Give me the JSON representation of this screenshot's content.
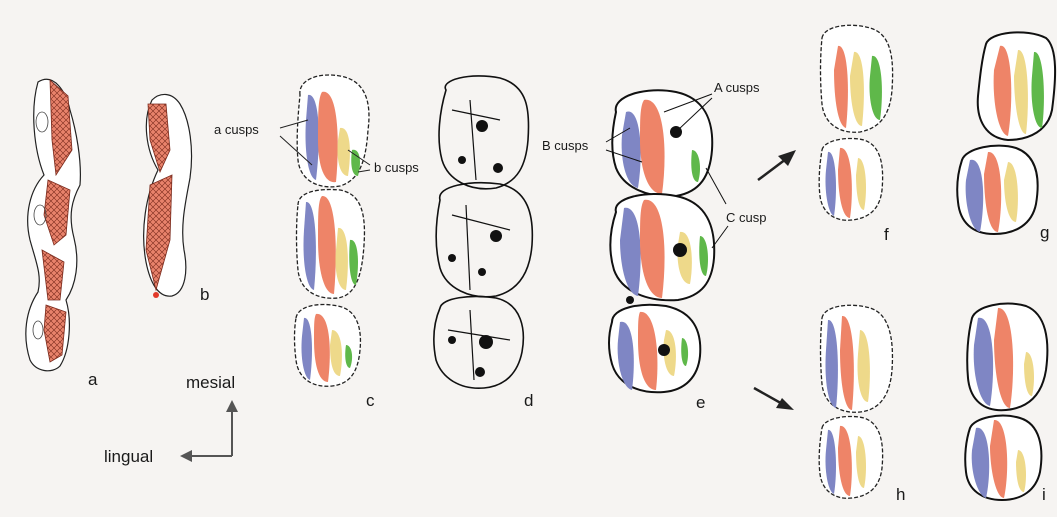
{
  "panel_labels": [
    "a",
    "b",
    "c",
    "d",
    "e",
    "f",
    "g",
    "h",
    "i"
  ],
  "annotations": {
    "a_cusps": "a cusps",
    "b_cusps": "b cusps",
    "A_cusps": "A cusps",
    "B_cusps": "B cusps",
    "C_cusp": "C cusp"
  },
  "orientation": {
    "vertical": "mesial",
    "horizontal": "lingual"
  },
  "colors": {
    "background": "#f6f4f2",
    "blue_cusp": "#7f86c4",
    "red_cusp": "#ee8468",
    "yellow_cusp": "#eed98a",
    "green_cusp": "#5fb84a",
    "wear_facet": "#e8826b",
    "outline": "#111111"
  }
}
